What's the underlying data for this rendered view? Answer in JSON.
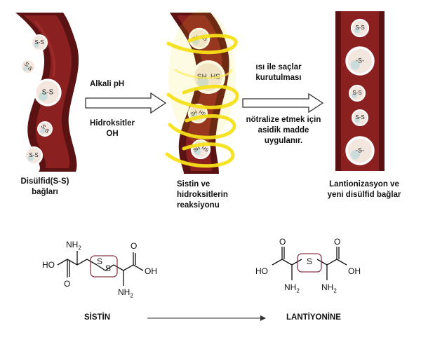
{
  "colors": {
    "strand_outer": "#5a1212",
    "strand_inner": "#8b2020",
    "bubble_fill": "#f2e6df",
    "bubble_ring": "#ffffff",
    "helix": "#f5e11a",
    "arrow": "#333333",
    "bond_box": "#8b3a4a"
  },
  "stage1": {
    "bubbles": [
      "S-S",
      "S-S",
      "S-S",
      "S-S",
      "S-S"
    ],
    "caption": "Disülfid(S-S)\nbağları"
  },
  "arrow1": {
    "top_label": "Alkali pH",
    "bottom_label": "Hidroksitler\nOH"
  },
  "stage2": {
    "bubbles": [
      {
        "left": "SH",
        "right": "HS"
      },
      {
        "left": "SH",
        "right": "HS"
      },
      {
        "left": "SH",
        "right": "HS"
      },
      {
        "left": "SH",
        "right": "HS"
      }
    ],
    "caption": "Sistin ve\nhidroksitlerin\nreaksiyonu"
  },
  "arrow2": {
    "top_label": "ısı ile saçlar\nkurutulması",
    "bottom_label": "nötralize etmek için\nasidik madde\nuygulanır."
  },
  "stage3": {
    "bubbles": [
      "S-S",
      "-S-",
      "S-S",
      "S-S",
      "-S-"
    ],
    "caption": "Lantionizasyon ve\nyeni disülfid bağlar"
  },
  "chem": {
    "cystine": {
      "name": "SİSTİN",
      "nh2_top": "NH",
      "nh2_bottom": "NH",
      "sub2": "2",
      "ho": "HO",
      "oh": "OH",
      "o": "O",
      "s": "S"
    },
    "lanthionine": {
      "name": "LANTİYONİNE",
      "nh2_left": "NH",
      "nh2_right": "NH",
      "sub2": "2",
      "ho": "HO",
      "oh": "OH",
      "o": "O",
      "s": "S"
    }
  }
}
